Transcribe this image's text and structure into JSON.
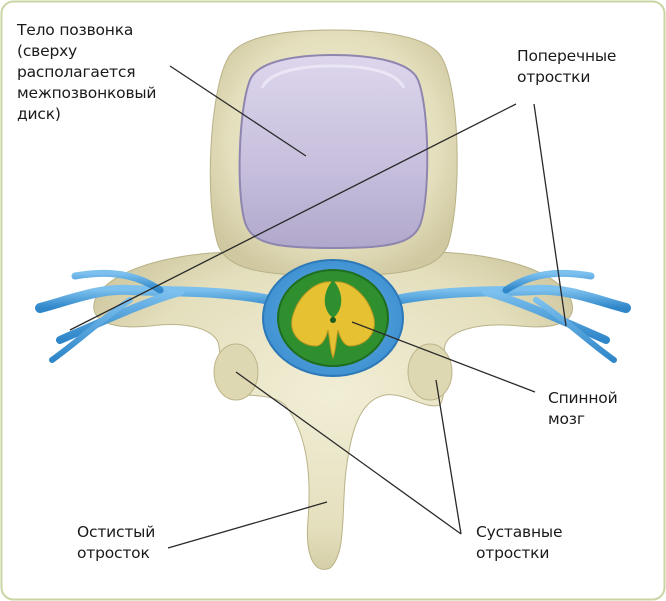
{
  "labels": {
    "vertebral_body": [
      "Тело позвонка",
      "(сверху",
      "располагается",
      "межпозвонковый",
      "диск)"
    ],
    "transverse_processes": [
      "Поперечные",
      "отростки"
    ],
    "spinal_cord": [
      "Спинной",
      "мозг"
    ],
    "spinous_process": [
      "Остистый",
      "отросток"
    ],
    "articular_processes": [
      "Суставные",
      "отростки"
    ]
  },
  "colors": {
    "frame": "#c9d6a4",
    "bone": "#e8e4c6",
    "disc": "#c7bedb",
    "nerve": "#4aa0dc",
    "cord_white_matter": "#3a9a3a",
    "cord_grey_matter": "#e7c338",
    "leader_line": "#2a2a2a"
  }
}
